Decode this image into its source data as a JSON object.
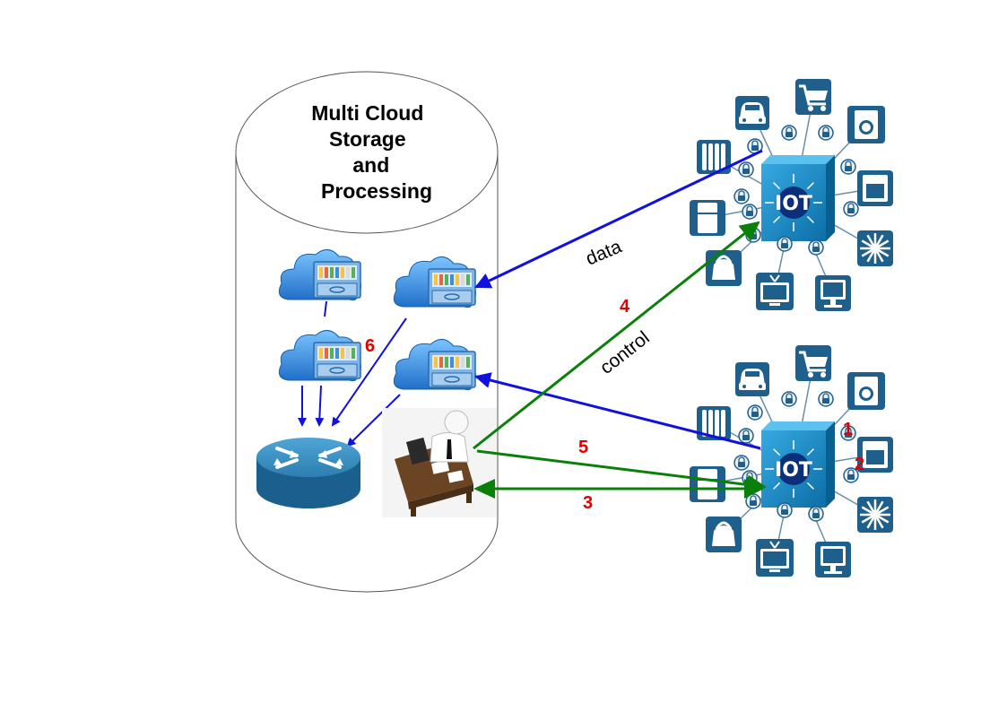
{
  "diagram": {
    "storage_title_lines": [
      "Multi Cloud",
      "Storage",
      "and",
      "Processing"
    ],
    "arrow_labels": {
      "data": "data",
      "control": "control"
    },
    "step_numbers": {
      "n1": "1",
      "n2": "2",
      "n3": "3",
      "n4": "4",
      "n5": "5",
      "n6": "6"
    },
    "hub_label": "IOT",
    "colors": {
      "data_arrow": "#1010e0",
      "control_arrow": "#0a800a",
      "step_number": "#e00000",
      "device_tile": "#1f5f8b",
      "hub": "#1a8ec8",
      "cloud": "#3a8fe0"
    },
    "icons": {
      "storage": "cylinder-storage-icon",
      "cloud_server": "cloud-server-icon",
      "router": "router-icon",
      "operator": "person-at-desk-icon",
      "hub": "iot-hub-icon",
      "lock": "lock-icon",
      "devices": [
        "car-icon",
        "shopping-cart-icon",
        "washing-machine-icon",
        "radiator-icon",
        "fridge-icon",
        "oven-icon",
        "kettle-icon",
        "tv-icon",
        "computer-icon",
        "snowflake-icon"
      ]
    }
  }
}
